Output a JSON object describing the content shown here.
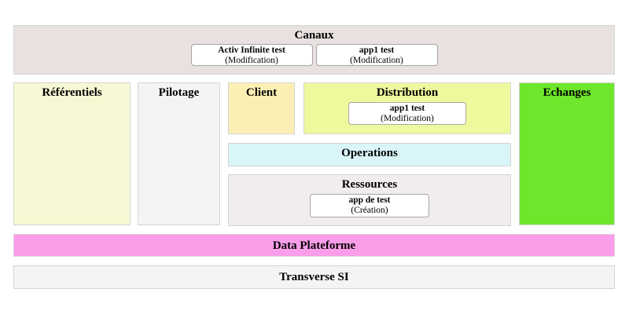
{
  "colors": {
    "border": "#d4d4d4",
    "card_bg": "#ffffff",
    "card_border": "#a6a6a6",
    "canaux_bg": "#e9e0e0",
    "referentiels_bg": "#f6f8d3",
    "pilotage_bg": "#f4f4f4",
    "client_bg": "#fcefb3",
    "distribution_bg": "#eef99d",
    "operations_bg": "#d9f5f8",
    "ressources_bg": "#f2eded",
    "echanges_bg": "#6ee62b",
    "data_plateforme_bg": "#fa9ee9",
    "data_plateforme_border": "#e2cede",
    "transverse_bg": "#f4f4f4"
  },
  "sections": {
    "canaux": {
      "title": "Canaux",
      "cards": [
        {
          "name": "Activ Infinite test",
          "status": "(Modification)"
        },
        {
          "name": "app1 test",
          "status": "(Modification)"
        }
      ]
    },
    "referentiels": {
      "title": "Référentiels"
    },
    "pilotage": {
      "title": "Pilotage"
    },
    "client": {
      "title": "Client"
    },
    "distribution": {
      "title": "Distribution",
      "cards": [
        {
          "name": "app1 test",
          "status": "(Modification)"
        }
      ]
    },
    "operations": {
      "title": "Operations"
    },
    "ressources": {
      "title": "Ressources",
      "cards": [
        {
          "name": "app de test",
          "status": "(Création)"
        }
      ]
    },
    "echanges": {
      "title": "Echanges"
    },
    "data_plateforme": {
      "title": "Data Plateforme"
    },
    "transverse_si": {
      "title": "Transverse SI"
    }
  }
}
